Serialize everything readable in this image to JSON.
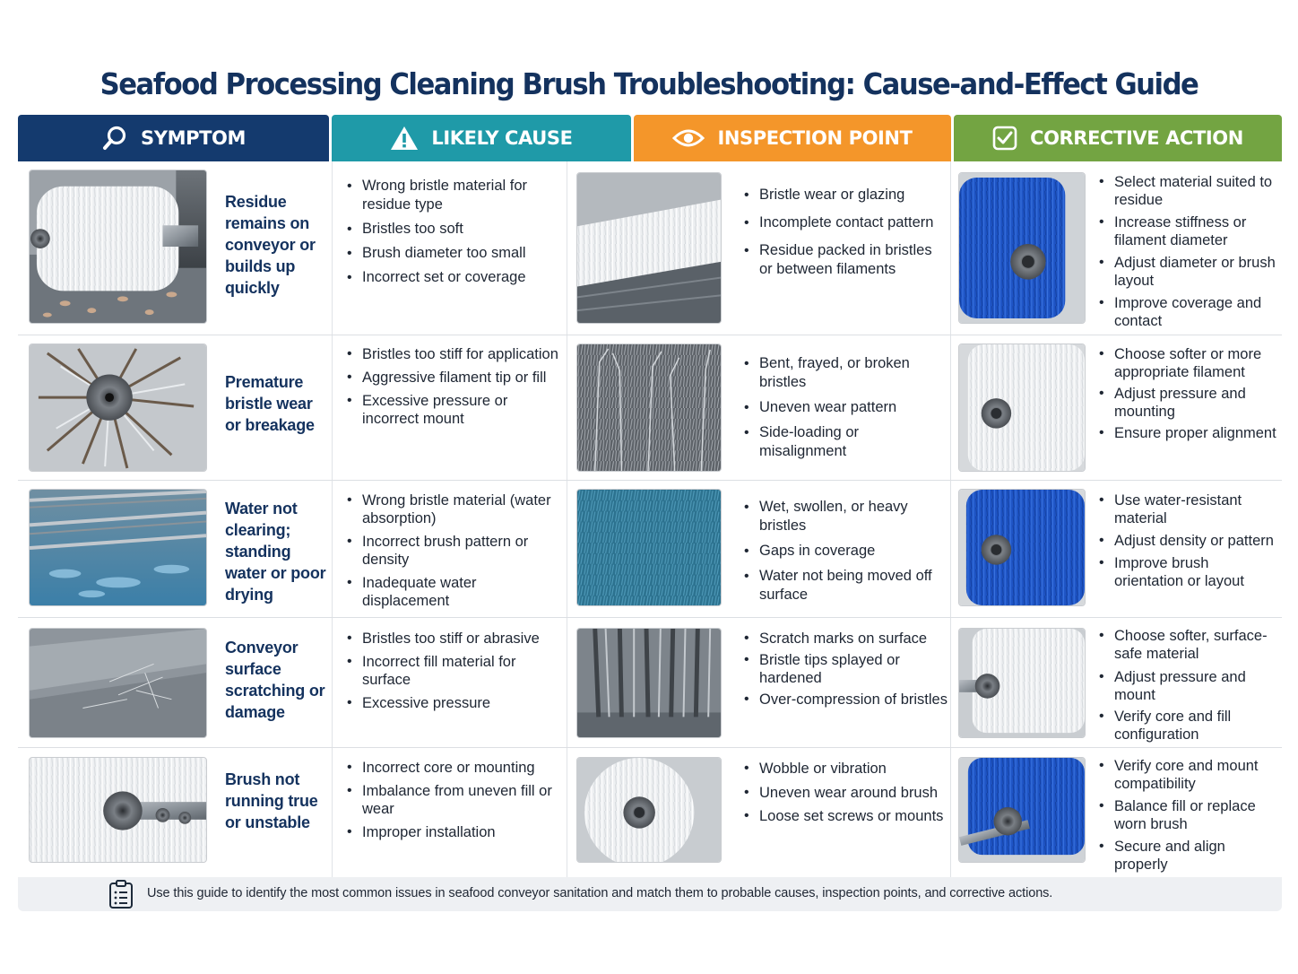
{
  "title": "Seafood Processing Cleaning Brush Troubleshooting: Cause-and-Effect Guide",
  "headers": {
    "symptom": "SYMPTOM",
    "cause": "LIKELY CAUSE",
    "inspection": "INSPECTION POINT",
    "action": "CORRECTIVE ACTION"
  },
  "icons": {
    "symptom": "magnifier-icon",
    "cause": "warning-triangle-icon",
    "inspection": "eye-icon",
    "action": "checkbox-icon",
    "footer": "clipboard-icon"
  },
  "colors": {
    "title": "#14325e",
    "symptom_header": "#143a6e",
    "cause_header": "#1f9aa8",
    "inspection_header": "#f4962a",
    "action_header": "#73a442"
  },
  "rows": [
    {
      "symptom": "Residue remains on conveyor or builds up quickly",
      "causes": [
        "Wrong bristle material for residue type",
        "Bristles too soft",
        "Brush diameter too small",
        "Incorrect set or coverage"
      ],
      "inspections": [
        "Bristle wear or glazing",
        "Incomplete contact pattern",
        "Residue packed in bristles or between filaments"
      ],
      "actions": [
        "Select material suited to residue",
        "Increase stiffness or filament diameter",
        "Adjust diameter or brush layout",
        "Improve coverage and contact"
      ]
    },
    {
      "symptom": "Premature bristle wear or breakage",
      "causes": [
        "Bristles too stiff for application",
        "Aggressive filament tip or fill",
        "Excessive pressure or incorrect mount"
      ],
      "inspections": [
        "Bent, frayed, or broken bristles",
        "Uneven wear pattern",
        "Side-loading or misalignment"
      ],
      "actions": [
        "Choose softer or more appropriate filament",
        "Adjust pressure and mounting",
        "Ensure proper alignment"
      ]
    },
    {
      "symptom": "Water not clearing; standing water or poor drying",
      "causes": [
        "Wrong bristle material (water absorption)",
        "Incorrect brush pattern or density",
        "Inadequate water displacement"
      ],
      "inspections": [
        "Wet, swollen, or heavy bristles",
        "Gaps in coverage",
        "Water not being moved off surface"
      ],
      "actions": [
        "Use water-resistant material",
        "Adjust density or pattern",
        "Improve brush orientation or layout"
      ]
    },
    {
      "symptom": "Conveyor surface scratching or damage",
      "causes": [
        "Bristles too stiff or abrasive",
        "Incorrect fill material for surface",
        "Excessive pressure"
      ],
      "inspections": [
        "Scratch marks on surface",
        "Bristle tips splayed or hardened",
        "Over-compression of bristles"
      ],
      "actions": [
        "Choose softer, surface-safe material",
        "Adjust pressure and mount",
        "Verify core and fill configuration"
      ]
    },
    {
      "symptom": "Brush not running true or unstable",
      "causes": [
        "Incorrect core or mounting",
        "Imbalance from uneven fill or wear",
        "Improper installation"
      ],
      "inspections": [
        "Wobble or vibration",
        "Uneven wear around brush",
        "Loose set screws or mounts"
      ],
      "actions": [
        "Verify core and mount compatibility",
        "Balance fill or replace worn brush",
        "Secure and align properly"
      ]
    }
  ],
  "footer": "Use this guide to identify the most common issues in seafood conveyor sanitation and match them to probable causes, inspection points, and corrective actions."
}
